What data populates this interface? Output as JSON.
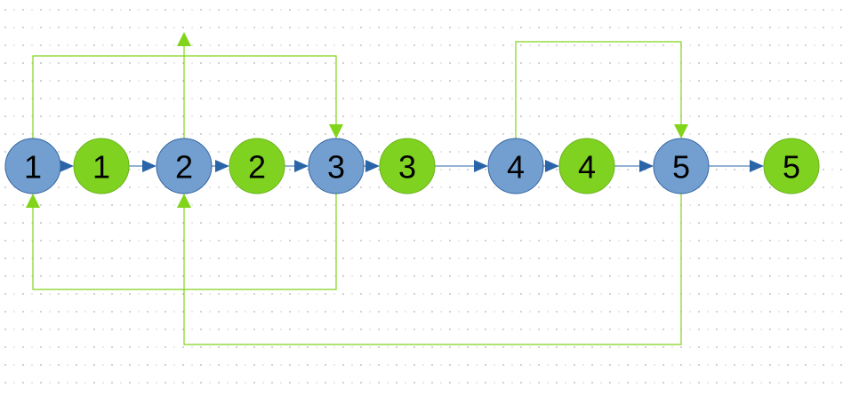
{
  "colors": {
    "blue_node": "#729fcf",
    "blue_stroke": "#3465a4",
    "green_node": "#7fd320",
    "green_stroke": "#6bb21a",
    "green_link": "#81d41a",
    "blue_arrow": "#2a64a8",
    "grid_dot": "#b0b0b0",
    "background": "#ffffff"
  },
  "nodes": [
    {
      "id": "b1",
      "kind": "blue",
      "label": "1"
    },
    {
      "id": "g1",
      "kind": "green",
      "label": "1"
    },
    {
      "id": "b2",
      "kind": "blue",
      "label": "2"
    },
    {
      "id": "g2",
      "kind": "green",
      "label": "2"
    },
    {
      "id": "b3",
      "kind": "blue",
      "label": "3"
    },
    {
      "id": "g3",
      "kind": "green",
      "label": "3"
    },
    {
      "id": "b4",
      "kind": "blue",
      "label": "4"
    },
    {
      "id": "g4",
      "kind": "green",
      "label": "4"
    },
    {
      "id": "b5",
      "kind": "blue",
      "label": "5"
    },
    {
      "id": "g5",
      "kind": "green",
      "label": "5"
    }
  ],
  "next_links": [
    {
      "from": "b1",
      "to": "g1"
    },
    {
      "from": "g1",
      "to": "b2"
    },
    {
      "from": "b2",
      "to": "g2"
    },
    {
      "from": "g2",
      "to": "b3"
    },
    {
      "from": "b3",
      "to": "g3"
    },
    {
      "from": "g3",
      "to": "b4"
    },
    {
      "from": "b4",
      "to": "g4"
    },
    {
      "from": "g4",
      "to": "b5"
    },
    {
      "from": "b5",
      "to": "g5"
    }
  ],
  "random_links": [
    {
      "from": "b1",
      "to": "b3",
      "route": "over"
    },
    {
      "from": "b2",
      "to": "none",
      "route": "up"
    },
    {
      "from": "b3",
      "to": "b1",
      "route": "under"
    },
    {
      "from": "b4",
      "to": "b5",
      "route": "over"
    },
    {
      "from": "b5",
      "to": "b2",
      "route": "under"
    }
  ]
}
